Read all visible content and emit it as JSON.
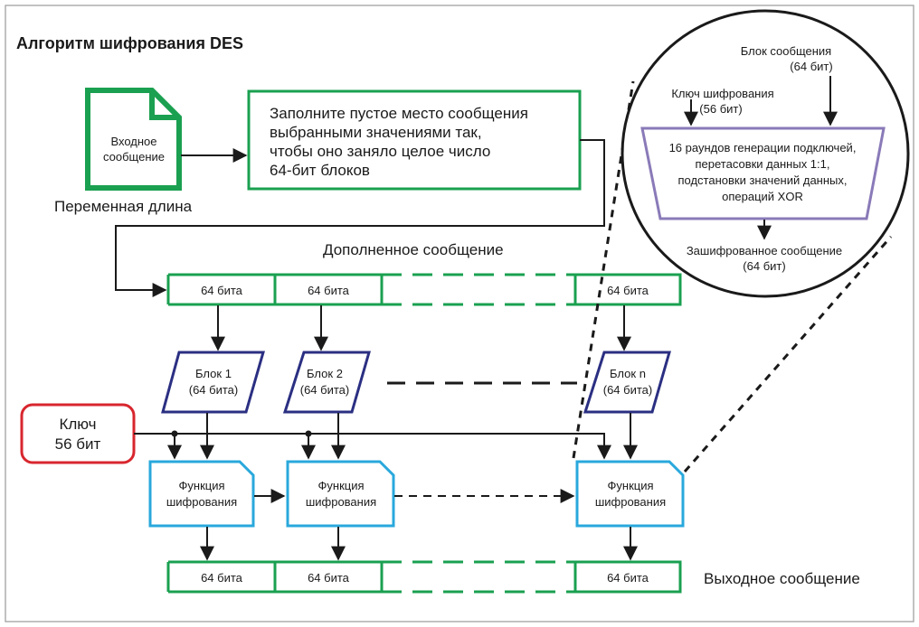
{
  "title": "Алгоритм шифрования DES",
  "input_doc": {
    "line1": "Входное",
    "line2": "сообщение"
  },
  "variable_length": "Переменная длина",
  "padding_box": [
    "Заполните пустое место сообщения",
    "выбранными значениями так,",
    "чтобы оно заняло целое число",
    "64-бит блоков"
  ],
  "padded_label": "Дополненное сообщение",
  "padded_cells": [
    "64 бита",
    "64 бита",
    "64 бита"
  ],
  "blocks": [
    {
      "line1": "Блок 1",
      "line2": "(64 бита)"
    },
    {
      "line1": "Блок 2",
      "line2": "(64 бита)"
    },
    {
      "line1": "Блок n",
      "line2": "(64 бита)"
    }
  ],
  "key_box": {
    "line1": "Ключ",
    "line2": "56 бит"
  },
  "enc_functions": [
    {
      "line1": "Функция",
      "line2": "шифрования"
    },
    {
      "line1": "Функция",
      "line2": "шифрования"
    },
    {
      "line1": "Функция",
      "line2": "шифрования"
    }
  ],
  "output_cells": [
    "64 бита",
    "64 бита",
    "64 бита"
  ],
  "output_label": "Выходное сообщение",
  "detail": {
    "msg_block": [
      "Блок сообщения",
      "(64 бит)"
    ],
    "key": [
      "Ключ шифрования",
      "(56 бит)"
    ],
    "rounds": [
      "16 раундов генерации подключей,",
      "перетасовки данных 1:1,",
      "подстановки значений данных,",
      "операций XOR"
    ],
    "encrypted": [
      "Зашифрованное сообщение",
      "(64 бит)"
    ]
  },
  "colors": {
    "green": "#1aa050",
    "navy": "#2b2f82",
    "cyan": "#29a8dc",
    "red": "#d8262e",
    "purple": "#8a7ab8",
    "line": "#1a1a1a",
    "frame": "#9a9a9a"
  }
}
